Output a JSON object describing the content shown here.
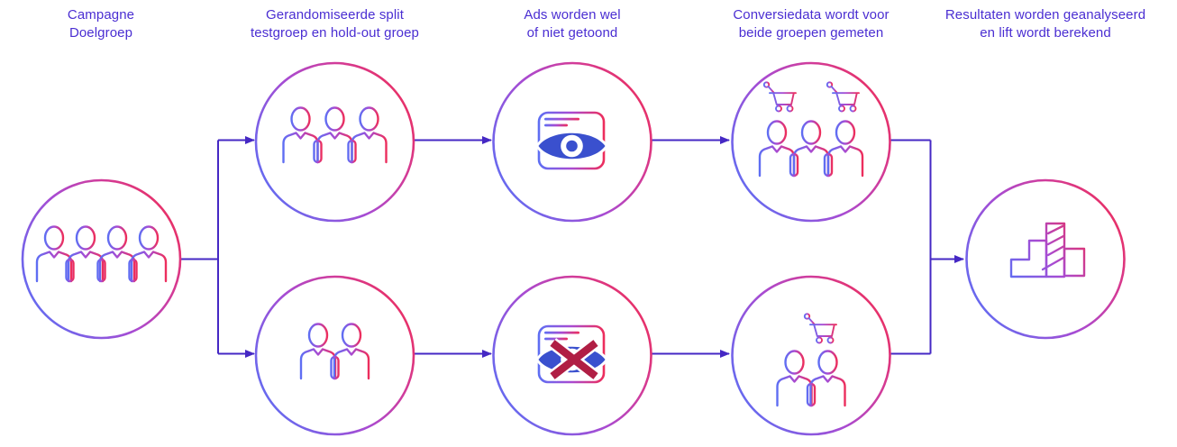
{
  "stages": [
    {
      "id": "campaign-audience",
      "line1": "Campagne",
      "line2": "Doelgroep"
    },
    {
      "id": "randomized-split",
      "line1": "Gerandomiseerde split",
      "line2": "testgroep en hold-out groep"
    },
    {
      "id": "ads-shown-or-not",
      "line1": "Ads worden wel",
      "line2": "of niet getoond"
    },
    {
      "id": "conversion-data",
      "line1": "Conversiedata wordt voor",
      "line2": "beide groepen gemeten"
    },
    {
      "id": "results-lift",
      "line1": "Resultaten worden geanalyseerd",
      "line2": "en lift wordt berekend"
    }
  ],
  "nodes": [
    {
      "id": "audience",
      "icon": "people-group-4-icon",
      "row": "middle",
      "stage": 1
    },
    {
      "id": "test-group",
      "icon": "people-group-3-icon",
      "row": "top",
      "stage": 2
    },
    {
      "id": "holdout-group",
      "icon": "people-group-2-icon",
      "row": "bottom",
      "stage": 2
    },
    {
      "id": "ads-shown",
      "icon": "eye-visible-icon",
      "row": "top",
      "stage": 3
    },
    {
      "id": "ads-not-shown",
      "icon": "eye-crossed-icon",
      "row": "bottom",
      "stage": 3
    },
    {
      "id": "conversions-test",
      "icon": "people-with-2-carts-icon",
      "row": "top",
      "stage": 4
    },
    {
      "id": "conversions-holdout",
      "icon": "people-with-1-cart-icon",
      "row": "bottom",
      "stage": 4
    },
    {
      "id": "lift-results",
      "icon": "bar-chart-icon",
      "row": "middle",
      "stage": 5
    }
  ],
  "edges": [
    "audience->test-group",
    "audience->holdout-group",
    "test-group->ads-shown",
    "holdout-group->ads-not-shown",
    "ads-shown->conversions-test",
    "ads-not-shown->conversions-holdout",
    "conversions-test->lift-results",
    "conversions-holdout->lift-results"
  ],
  "colors": {
    "icon_gradient_start": "#5E6EF3",
    "icon_gradient_mid": "#A84BD2",
    "icon_gradient_end": "#ED2E5C",
    "circle_gradient_magenta": "#D13C9B",
    "connector": "#4528C4",
    "label_text": "#4A2ED2",
    "eye_fill": "#3A50CE",
    "cross_red": "#B01E44",
    "background": "#FFFFFF"
  }
}
